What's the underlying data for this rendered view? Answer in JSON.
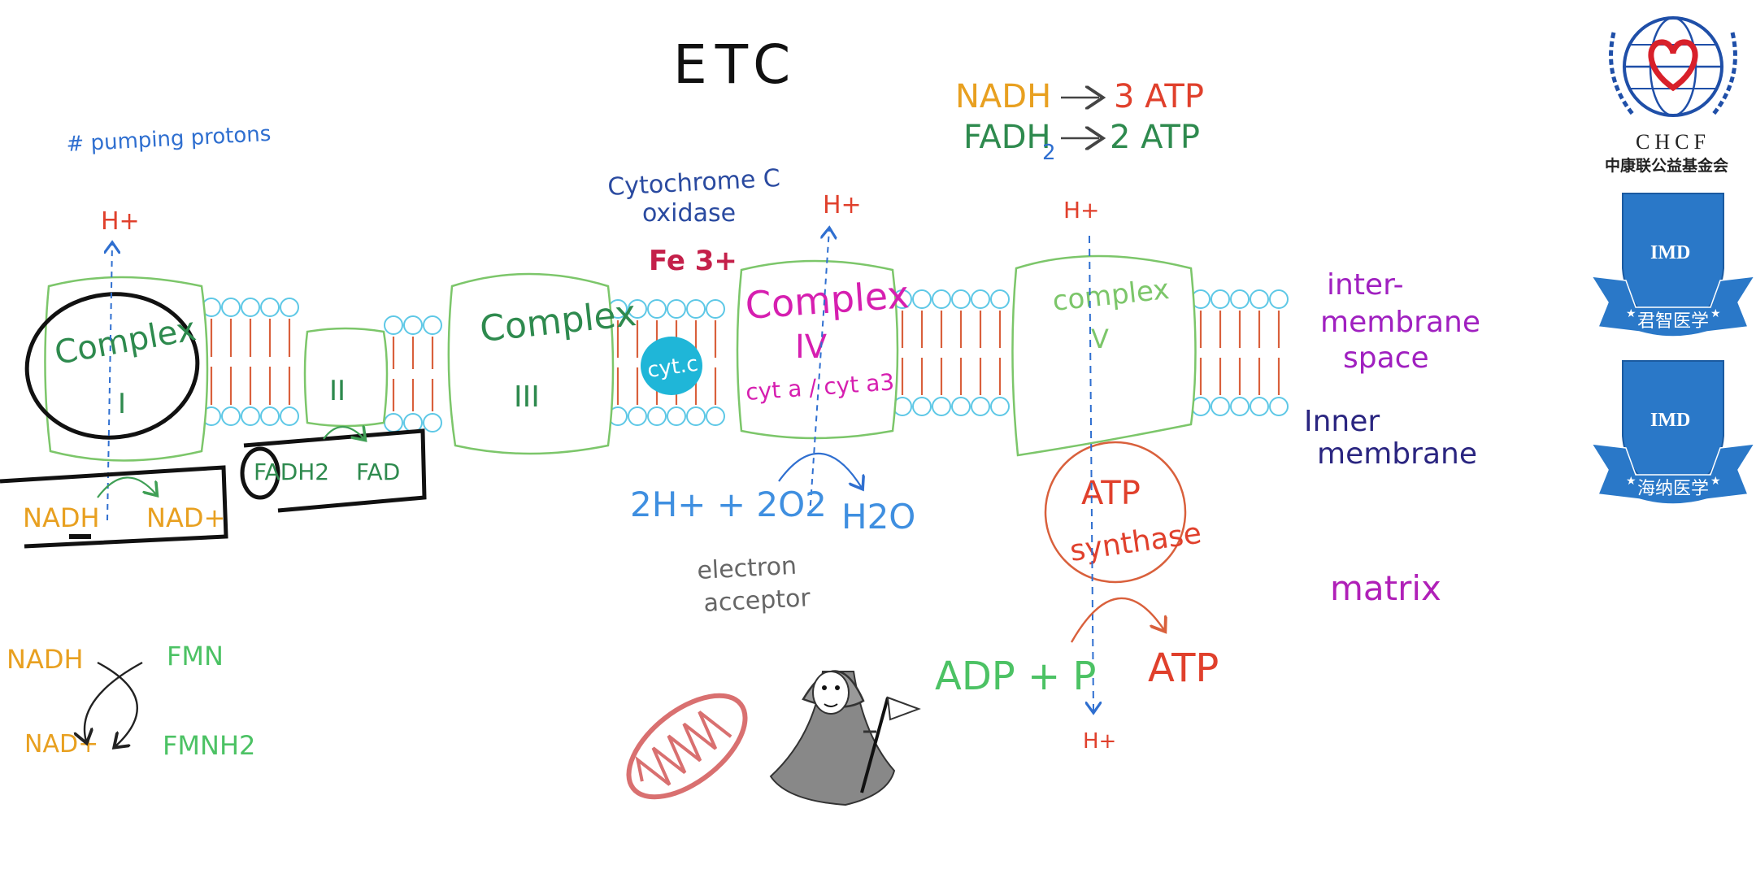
{
  "title": "ETC",
  "equations": {
    "nadh": "NADH",
    "nadh_yield": "3 ATP",
    "fadh": "FADH",
    "fadh_sub": "2",
    "fadh_yield": "2 ATP"
  },
  "notes": {
    "pumping": "# pumping protons",
    "cytochrome_oxidase_1": "Cytochrome C",
    "cytochrome_oxidase_2": "oxidase",
    "fe": "Fe 3+",
    "h_plus": "H+",
    "electron_acceptor_1": "electron",
    "electron_acceptor_2": "acceptor"
  },
  "complexes": {
    "c1_name": "Complex",
    "c1_num": "I",
    "c2_num": "II",
    "c3_name": "Complex",
    "c3_num": "III",
    "c4_name": "Complex",
    "c4_num": "IV",
    "c4_sub": "cyt a / cyt a3",
    "cytc": "cyt.c",
    "c5_name": "complex",
    "c5_num": "V"
  },
  "reactions": {
    "nadh": "NADH",
    "nad": "NAD+",
    "fadh2": "FADH2",
    "fad": "FAD",
    "o2": "2H+ + 2O2",
    "h2o": "H2O",
    "atp_synthase_1": "ATP",
    "atp_synthase_2": "synthase",
    "adp": "ADP + P",
    "atp": "ATP"
  },
  "regions": {
    "inter_1": "inter-",
    "inter_2": "membrane",
    "inter_3": "space",
    "inner_1": "Inner",
    "inner_2": "membrane",
    "matrix": "matrix"
  },
  "fmn_cycle": {
    "nadh": "NADH",
    "nad": "NAD+",
    "fmn": "FMN",
    "fmnh2": "FMNH2"
  },
  "logos": {
    "chcf_abbr": "CHCF",
    "chcf_name": "中康联公益基金会",
    "imd_abbr": "IMD",
    "imd1_ribbon": "君智医学",
    "imd2_ribbon": "海纳医学"
  },
  "colors": {
    "membrane_green": "#7cc66a",
    "lipid_blue": "#5ec8e6",
    "tail_red": "#d9603c",
    "orange": "#e8a020",
    "complex_green": "#2e8a4e",
    "magenta": "#d61fb0",
    "proton_red": "#e0402c",
    "blue_text": "#2f6fd0",
    "navy": "#2a2580",
    "logo_blue": "#2a78c8"
  }
}
